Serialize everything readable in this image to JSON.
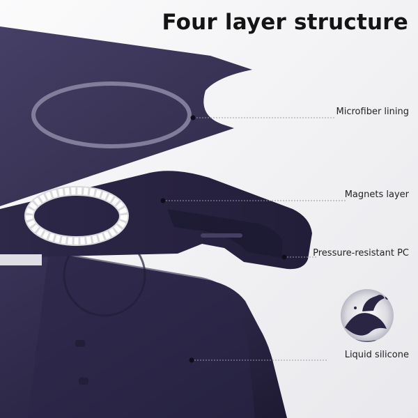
{
  "title": "Four layer structure",
  "layers": [
    {
      "label": "Microfiber lining"
    },
    {
      "label": "Magnets layer"
    },
    {
      "label": "Pressure-resistant PC"
    },
    {
      "label": "Liquid silicone"
    }
  ],
  "colors": {
    "case": "#2a2543",
    "lining": "#3a3456",
    "magnet_ring": "#ededed",
    "background": "#f3f3f5",
    "leader_line": "#9a9aa6"
  }
}
